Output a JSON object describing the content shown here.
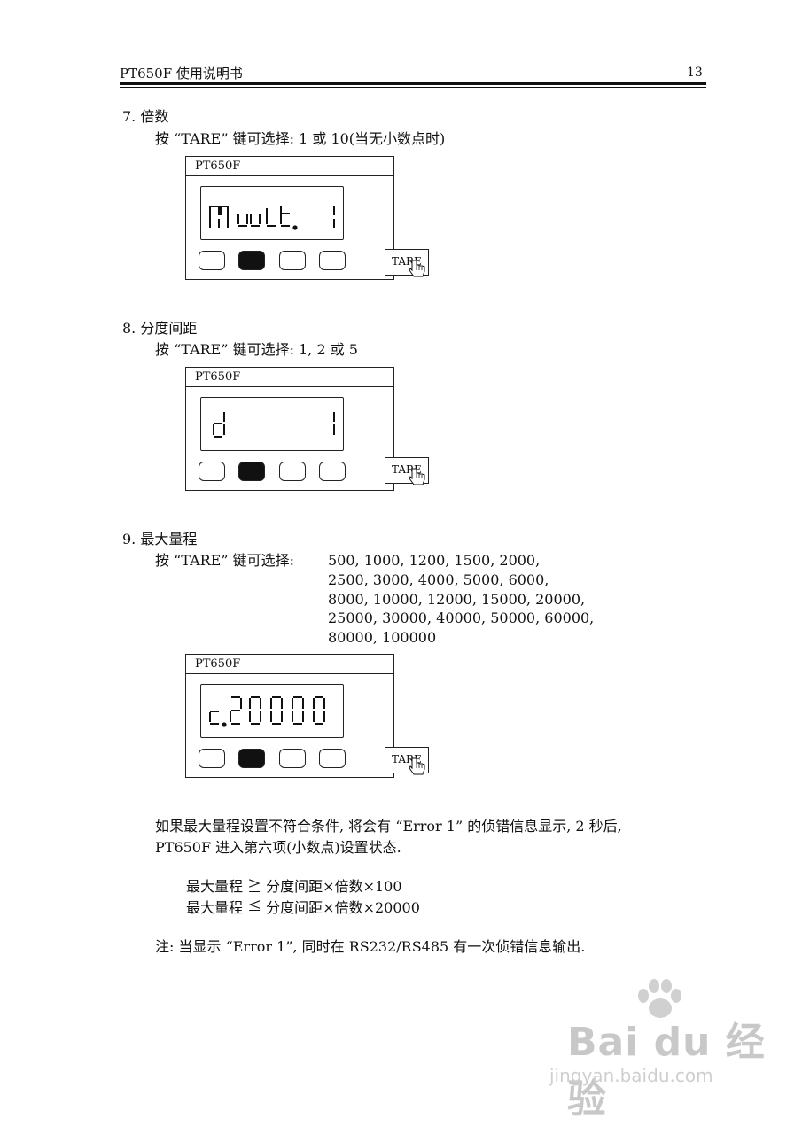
{
  "header": {
    "title": "PT650F 使用说明书",
    "page_number": "13"
  },
  "sections": [
    {
      "heading": "7.  倍数",
      "instruction": "按 “TARE” 键可选择:   1 或 10(当无小数点时)",
      "device": {
        "title": "PT650F",
        "display": "Mult.   1",
        "tare_label": "TARE"
      }
    },
    {
      "heading": "8.  分度间距",
      "instruction": "按 “TARE” 键可选择:   1, 2 或 5",
      "device": {
        "title": "PT650F",
        "display": "d      1",
        "tare_label": "TARE"
      }
    },
    {
      "heading": "9.  最大量程",
      "instruction": "按 “TARE” 键可选择:",
      "options": [
        "500, 1000, 1200, 1500, 2000,",
        "2500, 3000, 4000, 5000, 6000,",
        "8000, 10000, 12000, 15000, 20000,",
        "25000, 30000, 40000, 50000, 60000,",
        "80000, 100000"
      ],
      "device": {
        "title": "PT650F",
        "display": "c.20000",
        "tare_label": "TARE"
      }
    }
  ],
  "notes": {
    "para1_line1": "如果最大量程设置不符合条件, 将会有 “Error 1” 的侦错信息显示, 2 秒后,",
    "para1_line2": "PT650F 进入第六项(小数点)设置状态.",
    "cond1": "最大量程  ≧  分度间距×倍数×100",
    "cond2": "最大量程  ≦  分度间距×倍数×20000",
    "note": "注:  当显示 “Error 1”,  同时在 RS232/RS485 有一次侦错信息输出."
  },
  "watermark": {
    "brand": "Bai du 经验",
    "url": "jingyan.baidu.com"
  }
}
